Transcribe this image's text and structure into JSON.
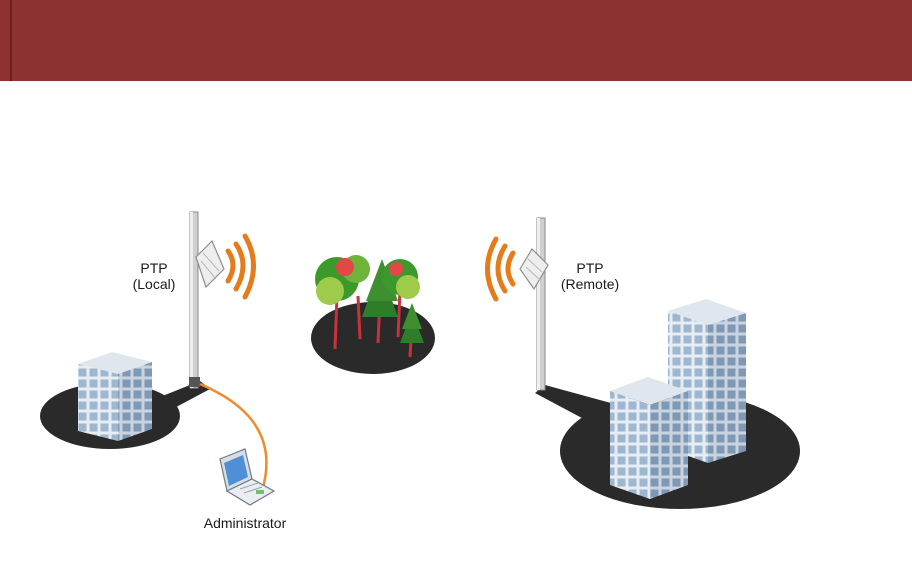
{
  "diagram": {
    "local_node": {
      "name": "PTP",
      "role": "(Local)"
    },
    "remote_node": {
      "name": "PTP",
      "role": "(Remote)"
    },
    "admin_label": "Administrator"
  },
  "colors": {
    "header": "#8e3230",
    "signal": "#e47c1c",
    "cable": "#f08a2a",
    "shadow": "#2a2a2a",
    "building": "#b8c8dc",
    "tree_green": "#3c9a2c",
    "trunk": "#c8323a"
  }
}
